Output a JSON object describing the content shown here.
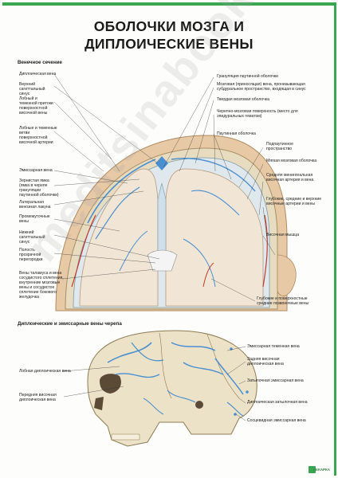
{
  "title": {
    "line1": "ОБОЛОЧКИ МОЗГА И",
    "line2": "ДИПЛОИЧЕСКИЕ ВЕНЫ"
  },
  "section_coronal": "Венечное сечение",
  "section_skull": "Диплоические и эмиссарные вены черепа",
  "left_labels": [
    "Диплоическая вена",
    "Верхний сагиттальный синус",
    "Лобный и теменной притоки поверхностной височной вены",
    "Лобные и теменные ветви поверхностной височной артерии",
    "Эмиссарная вена",
    "Зернистая ямка (ямка в черепе грануляции паутинной оболочки)",
    "Латеральная венозная лакуна",
    "Промежуточные вены",
    "Нижний сагиттальный синус",
    "Полость прозрачной перегородки",
    "Вены таламуса и вена сосудистого сплетения, внутренние мозговые вены и сосудистое сплетение бокового желудочка"
  ],
  "right_labels": [
    "Грануляция паутинной оболочки",
    "Мозговая (приносящая) вена, пронизывающая субдуральное пространство, входящая в синус",
    "Твердая мозговая оболочка",
    "Черепно-мозговая поверхность (место для эпидуральных гематом)",
    "Паутинная оболочка",
    "Подпаутинное пространство",
    "Мягкая мозговая оболочка",
    "Средняя менингеальная височная артерия и вена",
    "Глубокие, средние и верхние височные артерии и вены",
    "Височная мышца",
    "Глубокие и поверхностные средние позвоночные вены"
  ],
  "skull_labels_left": [
    "Лобная диплоическая вена",
    "Передняя височная диплоическая вена"
  ],
  "skull_labels_right": [
    "Эмиссарная теменная вена",
    "Задняя височная диплоическая вена",
    "Затылочная эмиссарная вена",
    "Диплоическая затылочная вена",
    "Сосцевидная эмиссарная вена"
  ],
  "watermark": "meditsinabook.ru",
  "brand": "ДЕКАРКА",
  "colors": {
    "accent_green": "#3aa652",
    "vein_blue": "#4a8fd0",
    "artery_red": "#c0392b",
    "bone": "#e8dcc0",
    "brain": "#f1e6d6"
  }
}
